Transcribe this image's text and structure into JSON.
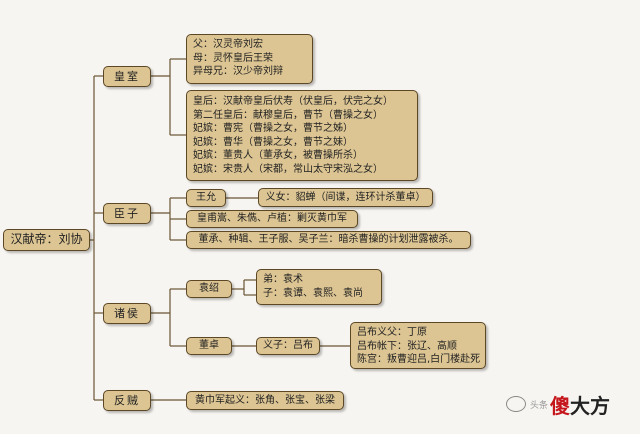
{
  "root": "汉献帝：刘协",
  "categories": [
    "皇室",
    "臣子",
    "诸侯",
    "反贼"
  ],
  "royal": {
    "family": [
      "父：汉灵帝刘宏",
      "母：灵怀皇后王荣",
      "异母兄：汉少帝刘辩"
    ],
    "consorts": [
      "皇后：汉献帝皇后伏寿（伏皇后，伏完之女）",
      "第二任皇后：献穆皇后，曹节（曹操之女）",
      "妃嫔：曹宪（曹操之女，曹节之姊）",
      "妃嫔：曹华（曹操之女，曹节之妹）",
      "妃嫔：董贵人（董承女，被曹操所杀）",
      "妃嫔：宋贵人（宋都，常山太守宋泓之女）"
    ]
  },
  "ministers": {
    "wang_yun": "王允",
    "adopted_daughter": "义女：貂蝉（间谍，连环计杀董卓）",
    "generals": "皇甫嵩、朱儁、卢植：剿灭黄巾军",
    "plotters": "董承、种辑、王子服、吴子兰：暗杀曹操的计划泄露被杀。"
  },
  "lords": {
    "yuan_shao": "袁绍",
    "yuan_relatives": [
      "弟：袁术",
      "子：袁谭、袁熙、袁尚"
    ],
    "dong_zhuo": "董卓",
    "adopted_son": "义子：吕布",
    "lubu_details": [
      "吕布义父：丁原",
      "吕布帐下：张辽、高顺",
      "陈宫：叛曹迎吕,白门楼赴死"
    ]
  },
  "rebels": {
    "yellow_turban": "黄巾军起义：张角、张宝、张梁"
  },
  "watermark": {
    "small": "头条",
    "big_red": "傻",
    "big_dark": "大方"
  },
  "colors": {
    "box_fill": "#dcc593",
    "box_border": "#5d4826",
    "connector": "#6a5535",
    "background": "#f7f5f1"
  }
}
